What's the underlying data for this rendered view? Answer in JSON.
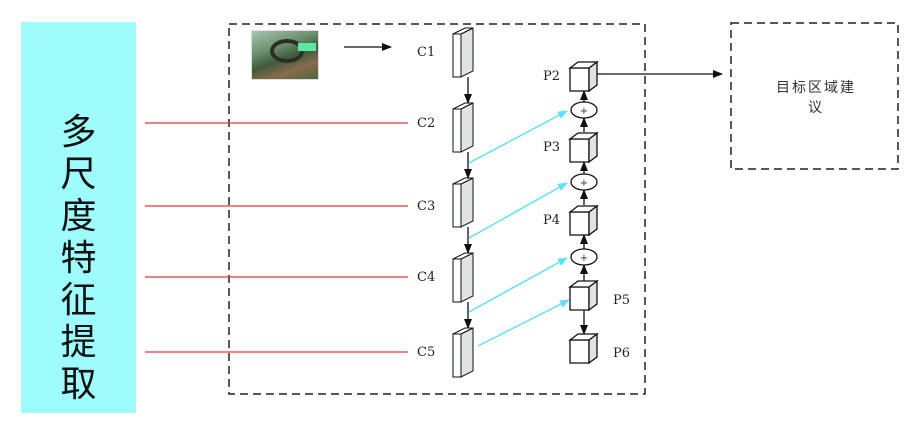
{
  "side_panel": {
    "title_chars": [
      "多",
      "尺",
      "度",
      "特",
      "征",
      "提",
      "取"
    ],
    "bg_color": "#9ffcfd"
  },
  "backbone": {
    "input_image": "mining-scene-photo",
    "c_labels": [
      "C1",
      "C2",
      "C3",
      "C4",
      "C5"
    ]
  },
  "pyramid": {
    "p_labels": [
      "P2",
      "P3",
      "P4",
      "P5",
      "P6"
    ],
    "merge_symbol": "+"
  },
  "output": {
    "text_line1": "目标区域建",
    "text_line2": "议"
  },
  "colors": {
    "feature_link": "#e8383a",
    "lateral_link": "#5fe0f5",
    "arrow": "#111111",
    "block_face": "#dfe3e3"
  }
}
